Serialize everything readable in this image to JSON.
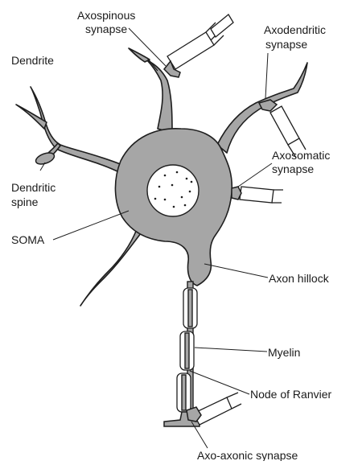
{
  "labels": {
    "axospinous_line1": "Axospinous",
    "axospinous_line2": "synapse",
    "axodendritic_line1": "Axodendritic",
    "axodendritic_line2": "synapse",
    "dendrite": "Dendrite",
    "axosomatic_line1": "Axosomatic",
    "axosomatic_line2": "synapse",
    "dendritic_spine_line1": "Dendritic",
    "dendritic_spine_line2": "spine",
    "soma": "SOMA",
    "axon_hillock": "Axon hillock",
    "myelin": "Myelin",
    "node_of_ranvier": "Node of Ranvier",
    "axo_axonic": "Axo-axonic synapse"
  }
}
